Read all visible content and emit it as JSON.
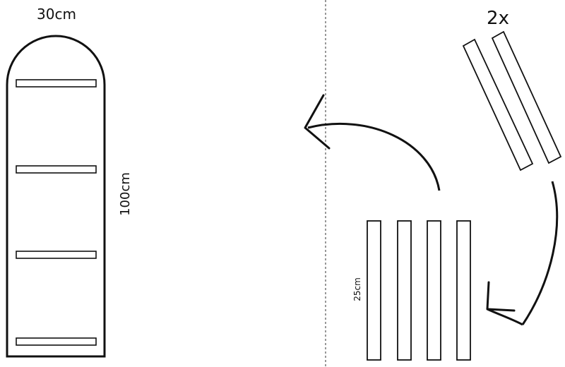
{
  "labels": {
    "width": "30cm",
    "height": "100cm",
    "quantity": "2x",
    "slat_length": "25cm"
  },
  "colors": {
    "stroke": "#111111",
    "background": "#ffffff",
    "divider": "#555555"
  },
  "diagram": {
    "shelf_count": 4,
    "slat_pair_count": 2,
    "slat_row_count": 4
  }
}
